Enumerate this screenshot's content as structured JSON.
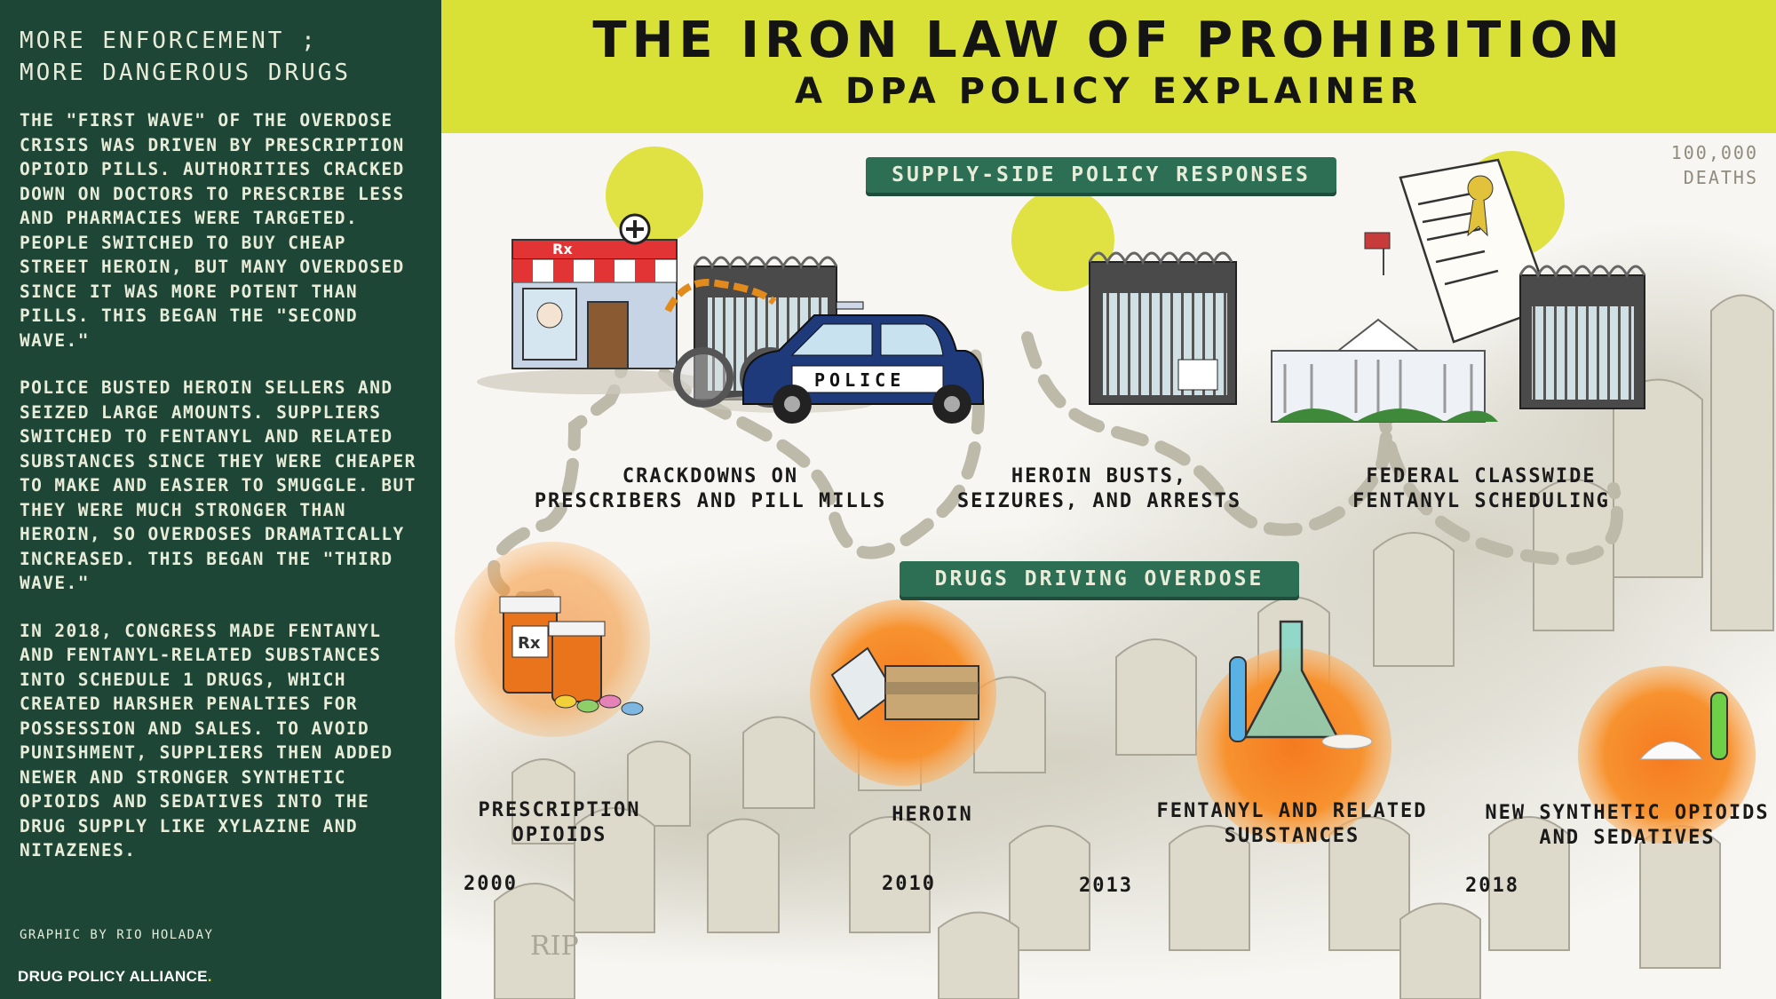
{
  "sidebar": {
    "title_line1": "MORE ENFORCEMENT ;",
    "title_line2": "MORE DANGEROUS DRUGS",
    "paragraph1": "THE \"FIRST WAVE\" OF THE OVERDOSE CRISIS WAS DRIVEN BY PRESCRIPTION OPIOID PILLS. AUTHORITIES CRACKED DOWN ON DOCTORS TO PRESCRIBE LESS AND PHARMACIES WERE TARGETED. PEOPLE SWITCHED TO BUY CHEAP STREET HEROIN, BUT MANY OVERDOSED SINCE IT WAS MORE POTENT THAN PILLS. THIS BEGAN THE \"SECOND WAVE.\"",
    "paragraph2": "POLICE BUSTED HEROIN SELLERS AND SEIZED LARGE AMOUNTS. SUPPLIERS SWITCHED TO FENTANYL AND RELATED SUBSTANCES SINCE THEY WERE CHEAPER TO MAKE AND EASIER TO SMUGGLE. BUT THEY WERE MUCH STRONGER THAN HEROIN, SO OVERDOSES DRAMATICALLY INCREASED. THIS BEGAN THE \"THIRD WAVE.\"",
    "paragraph3": "IN 2018, CONGRESS MADE FENTANYL AND FENTANYL-RELATED SUBSTANCES INTO SCHEDULE 1 DRUGS, WHICH CREATED HARSHER PENALTIES FOR POSSESSION AND SALES. TO AVOID PUNISHMENT, SUPPLIERS THEN ADDED NEWER AND STRONGER SYNTHETIC OPIOIDS AND SEDATIVES INTO THE DRUG SUPPLY LIKE XYLAZINE AND NITAZENES.",
    "credit": "GRAPHIC BY RIO HOLADAY",
    "logo_text": "DRUG POLICY ALLIANCE",
    "logo_dot": "."
  },
  "header": {
    "title": "THE IRON LAW OF PROHIBITION",
    "subtitle": "A DPA POLICY EXPLAINER"
  },
  "supply_side": {
    "heading": "SUPPLY-SIDE POLICY RESPONSES",
    "items": [
      {
        "line1": "CRACKDOWNS ON",
        "line2": "PRESCRIBERS AND PILL MILLS"
      },
      {
        "line1": "HEROIN BUSTS,",
        "line2": "SEIZURES, AND ARRESTS"
      },
      {
        "line1": "FEDERAL CLASSWIDE",
        "line2": "FENTANYL SCHEDULING"
      }
    ]
  },
  "drugs": {
    "heading": "DRUGS DRIVING OVERDOSE",
    "items": [
      {
        "line1": "PRESCRIPTION",
        "line2": "OPIOIDS",
        "year": "2000"
      },
      {
        "line1": "HEROIN",
        "line2": "",
        "year": "2010"
      },
      {
        "line1": "FENTANYL AND RELATED",
        "line2": "SUBSTANCES",
        "year": "2013"
      },
      {
        "line1": "NEW SYNTHETIC OPIOIDS",
        "line2": "AND SEDATIVES",
        "year": "2018"
      }
    ]
  },
  "illustration_text": {
    "deaths_line1": "100,000",
    "deaths_line2": "DEATHS",
    "pharmacy_sign": "Rx",
    "police_car": "POLICE",
    "tombstone": "RIP",
    "pill_bottle": "Rx"
  },
  "colors": {
    "sidebar_bg": "#1d4636",
    "banner_bg": "#d9e136",
    "ribbon_bg": "#2c6f55",
    "sun_yellow": "#dfe242",
    "glow_orange": "#f5882a",
    "tombstone_grey": "#d6d3c6"
  },
  "icons": [
    "pharmacy-icon",
    "handcuffs-icon",
    "jail-icon",
    "police-car-icon",
    "white-house-icon",
    "law-document-icon",
    "pill-bottle-icon",
    "heroin-bag-icon",
    "lab-flask-icon",
    "test-tube-icon",
    "tombstone-icon"
  ]
}
